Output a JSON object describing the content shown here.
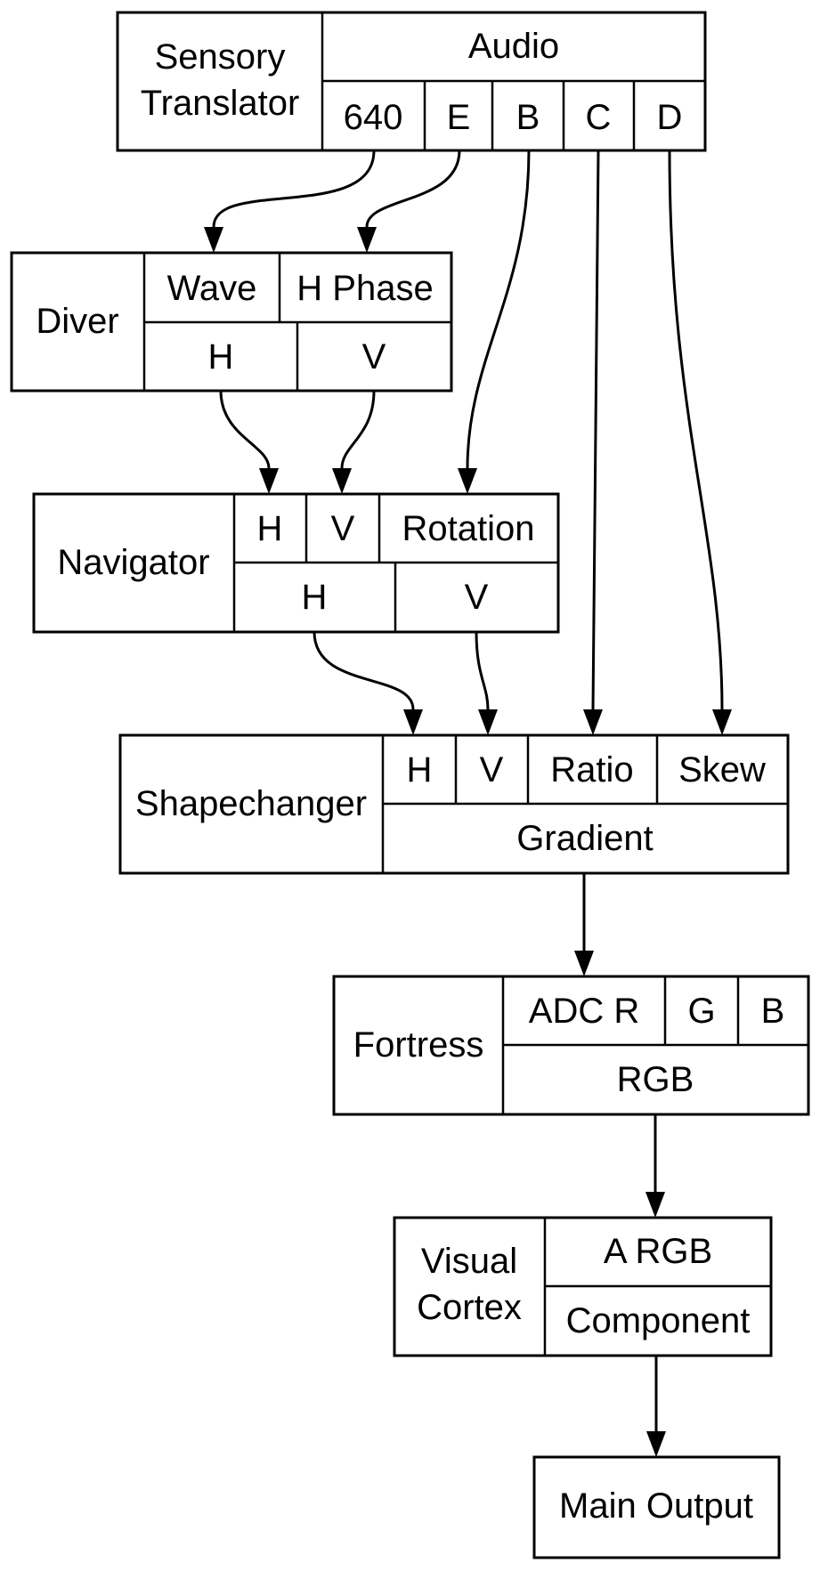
{
  "nodes": {
    "sensory_translator": {
      "title_lines": [
        "Sensory",
        "Translator"
      ],
      "header": "Audio",
      "ports": [
        "640",
        "E",
        "B",
        "C",
        "D"
      ]
    },
    "diver": {
      "title": "Diver",
      "inputs": [
        "Wave",
        "H Phase"
      ],
      "outputs": [
        "H",
        "V"
      ]
    },
    "navigator": {
      "title": "Navigator",
      "inputs": [
        "H",
        "V",
        "Rotation"
      ],
      "outputs": [
        "H",
        "V"
      ]
    },
    "shapechanger": {
      "title": "Shapechanger",
      "inputs": [
        "H",
        "V",
        "Ratio",
        "Skew"
      ],
      "output": "Gradient"
    },
    "fortress": {
      "title": "Fortress",
      "inputs": [
        "ADC R",
        "G",
        "B"
      ],
      "output": "RGB"
    },
    "visual_cortex": {
      "title_lines": [
        "Visual",
        "Cortex"
      ],
      "input": "A RGB",
      "output": "Component"
    },
    "main_output": {
      "title": "Main Output"
    }
  }
}
